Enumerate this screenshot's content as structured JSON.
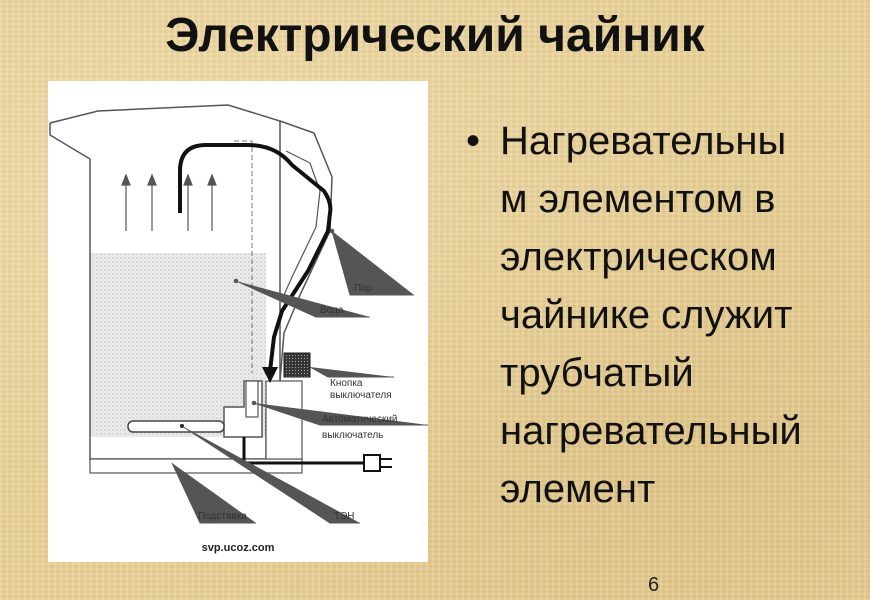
{
  "slide": {
    "title": "Электрический чайник",
    "page_number": "6"
  },
  "figure": {
    "labels": {
      "steam": "Пар",
      "water": "Вода",
      "button_line1": "Кнопка",
      "button_line2": "выключателя",
      "switch_line1": "Автоматический",
      "switch_line2": "выключатель",
      "stand": "Подставка",
      "heater": "ТЭН"
    },
    "source": "svp.ucoz.com"
  },
  "bullets": [
    {
      "text": "Нагревательны\nм элементом в\nэлектрическом\nчайнике служит\nтрубчатый\nнагревательный\nэлемент"
    }
  ],
  "colors": {
    "background": "#e6cf95",
    "text": "#111111",
    "figure_background": "#ffffff"
  }
}
